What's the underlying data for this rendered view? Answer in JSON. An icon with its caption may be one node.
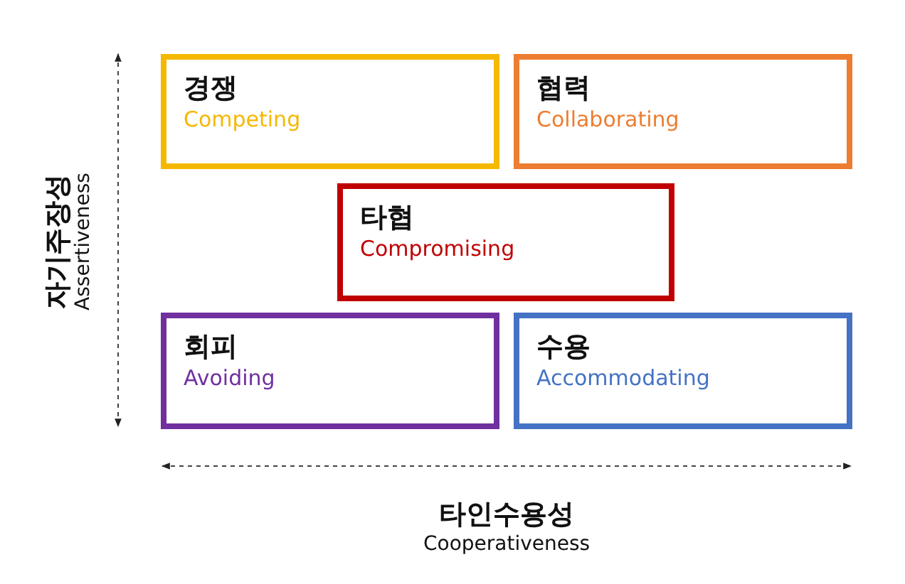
{
  "diagram": {
    "nodes": [
      {
        "text": [
          "경쟁",
          "Competing"
        ]
      },
      {
        "text": [
          "협력",
          "Collaborating"
        ]
      },
      {
        "text": [
          "타협",
          "Compromising"
        ]
      },
      {
        "text": [
          "회피",
          "Avoiding"
        ]
      },
      {
        "text": [
          "수용",
          "Accommodating"
        ]
      }
    ],
    "labels": [
      "자기주장성",
      "Assertiveness",
      "타인수용성",
      "Cooperativeness"
    ]
  }
}
